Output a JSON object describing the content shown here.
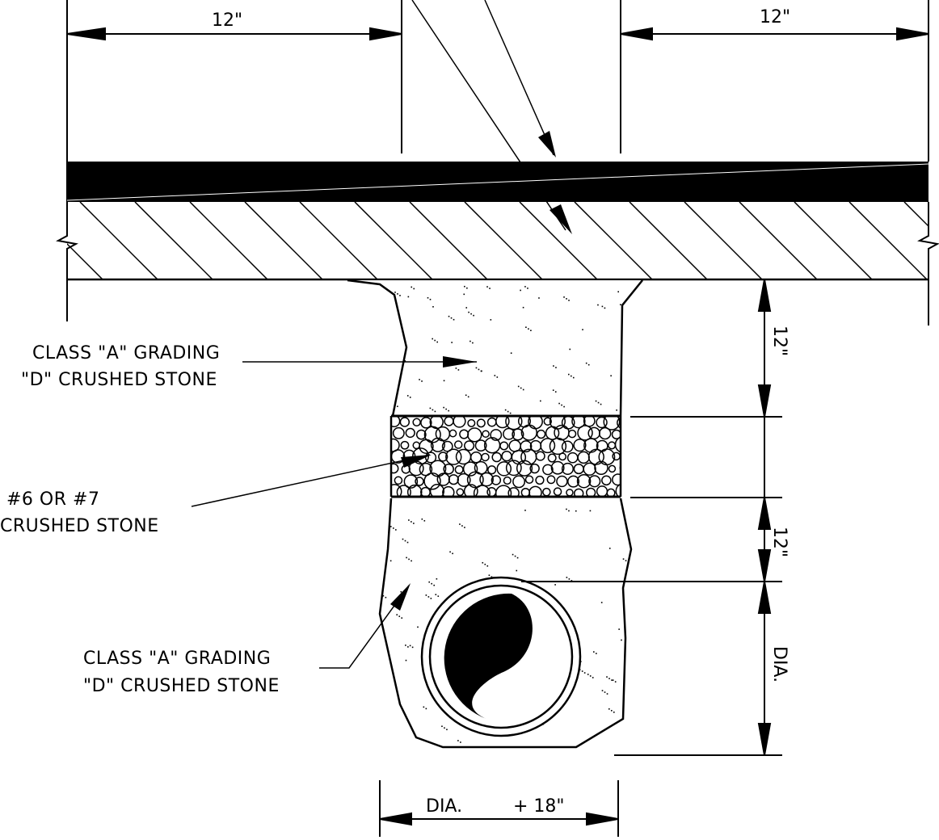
{
  "dimensions": {
    "top_left": "12\"",
    "top_right": "12\"",
    "right_upper": "12\"",
    "right_middle": "12\"",
    "right_dia": "DIA.",
    "bottom_dia": "DIA.",
    "bottom_plus": "+ 18\""
  },
  "labels": {
    "upper_fill_line1": "CLASS \"A\" GRADING",
    "upper_fill_line2": "\"D\" CRUSHED STONE",
    "stone_line1": "#6 OR #7",
    "stone_line2": "CRUSHED STONE",
    "lower_fill_line1": "CLASS \"A\" GRADING",
    "lower_fill_line2": "\"D\" CRUSHED STONE"
  }
}
